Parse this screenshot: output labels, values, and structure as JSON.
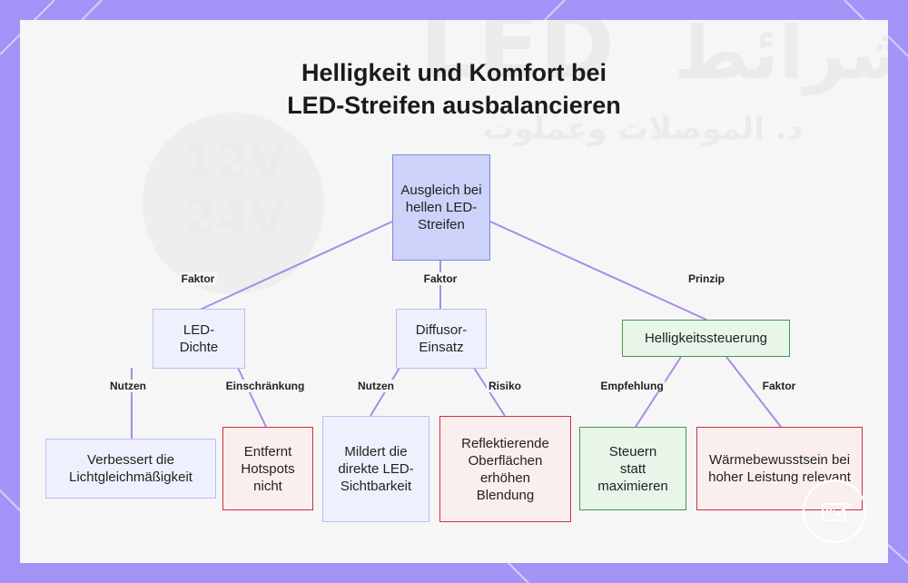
{
  "title": {
    "line1": "Helligkeit und Komfort bei",
    "line2": "LED-Streifen ausbalancieren"
  },
  "nodes": {
    "root": "Ausgleich bei hellen LED-Streifen",
    "led_density": "LED-Dichte",
    "diffusor": "Diffusor-Einsatz",
    "brightness_control": "Helligkeitssteuerung",
    "uniformity": "Verbessert die Lichtgleichmäßigkeit",
    "hotspots": "Entfernt Hotspots nicht",
    "visibility": "Mildert die direkte LED-Sichtbarkeit",
    "glare": "Reflektierende Oberflächen erhöhen Blendung",
    "control": "Steuern statt maximieren",
    "heat": "Wärmebewusstsein bei hoher Leistung relevant"
  },
  "edge_labels": {
    "root_to_density": "Faktor",
    "root_to_diffusor": "Faktor",
    "root_to_control": "Prinzip",
    "density_to_uniformity": "Nutzen",
    "density_to_hotspots": "Einschränkung",
    "diffusor_to_visibility": "Nutzen",
    "diffusor_to_glare": "Risiko",
    "control_to_steer": "Empfehlung",
    "control_to_heat": "Faktor"
  },
  "watermark": {
    "latin": "LED",
    "arabic": "شرائط",
    "arabic_sub": "د. الموصلات وعملوت",
    "voltage1": "12V",
    "voltage2": "24V"
  },
  "colors": {
    "frame": "#a592f7",
    "connector": "#a98ce6",
    "root_fill": "#ccd2fa",
    "blue_fill": "#eef0fd",
    "green_border": "#3f9a4e",
    "red_border": "#c8323c"
  }
}
